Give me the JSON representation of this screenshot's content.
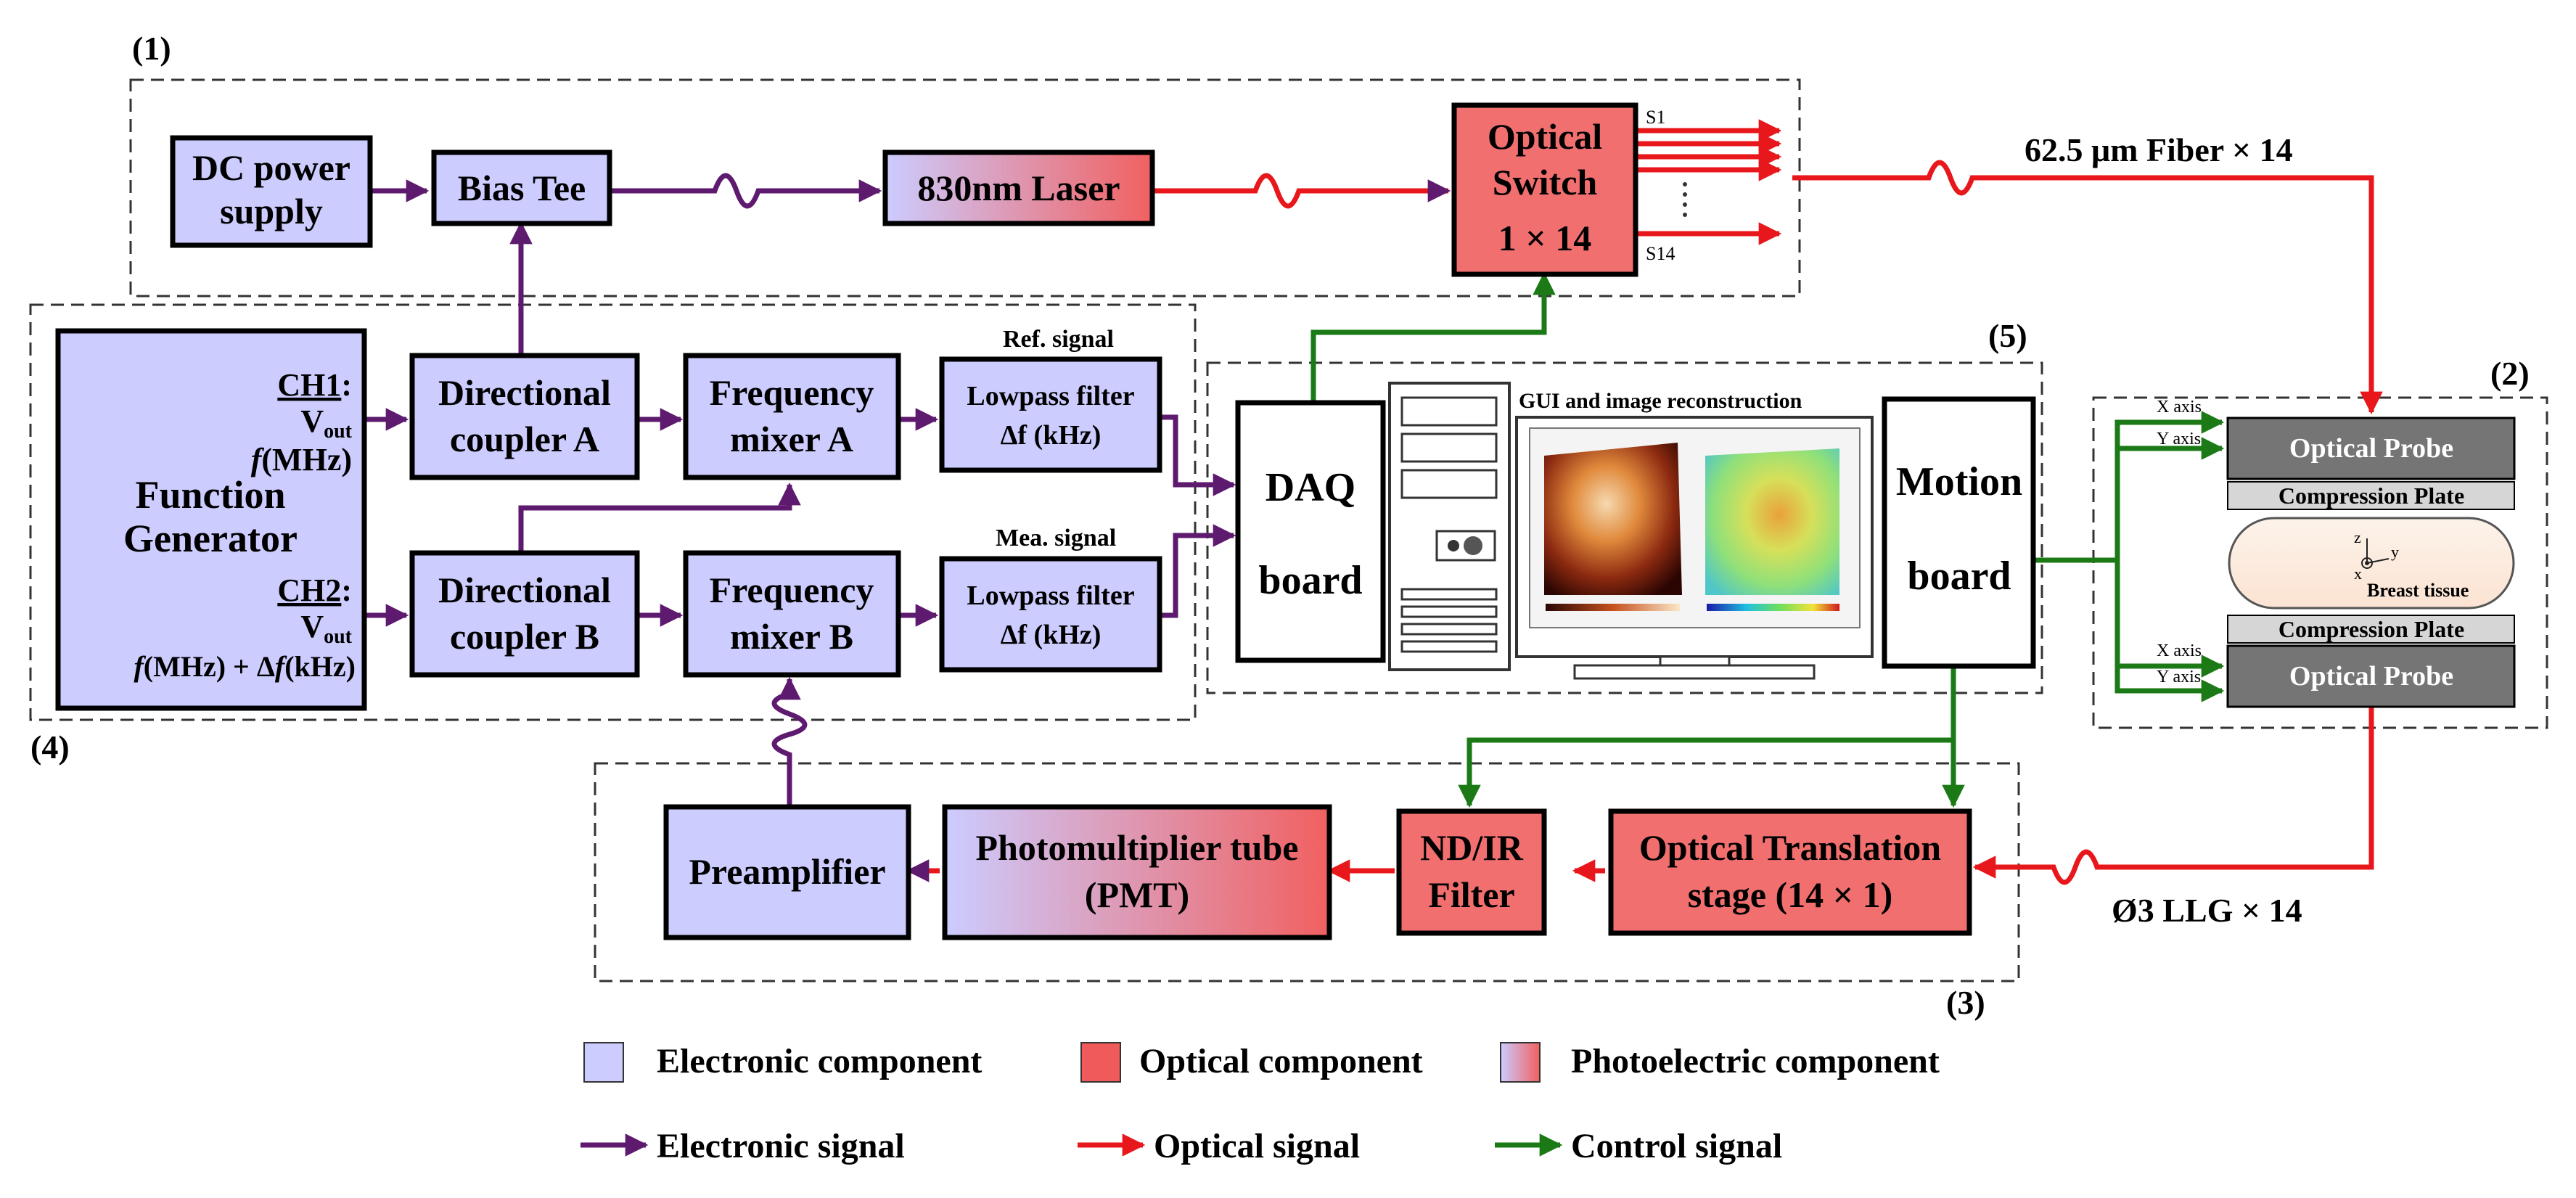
{
  "sections": {
    "s1": "(1)",
    "s2": "(2)",
    "s3": "(3)",
    "s4": "(4)",
    "s5": "(5)"
  },
  "blocks": {
    "dc_power": [
      "DC power",
      "supply"
    ],
    "bias_tee": "Bias Tee",
    "laser": "830nm Laser",
    "optical_switch": [
      "Optical",
      "Switch",
      "1 × 14"
    ],
    "function_generator": {
      "ch1": "CH1",
      "colon": ":",
      "vout": "V",
      "vout_sub": "out",
      "f1": "f",
      "f1_unit": "(MHz)",
      "title": [
        "Function",
        "Generator"
      ],
      "ch2": "CH2",
      "f2_a": "f",
      "f2_b": "(MHz) + Δ",
      "f2_c": "f",
      "f2_d": "(kHz)"
    },
    "coupler_a": [
      "Directional",
      "coupler A"
    ],
    "coupler_b": [
      "Directional",
      "coupler B"
    ],
    "mixer_a": [
      "Frequency",
      "mixer A"
    ],
    "mixer_b": [
      "Frequency",
      "mixer B"
    ],
    "lowpass_a": [
      "Lowpass filter",
      "Δf (kHz)"
    ],
    "lowpass_b": [
      "Lowpass filter",
      "Δf (kHz)"
    ],
    "daq": [
      "DAQ",
      "board"
    ],
    "motion": [
      "Motion",
      "board"
    ],
    "gui_caption": "GUI and image reconstruction",
    "optical_probe_top": "Optical Probe",
    "optical_probe_bottom": "Optical Probe",
    "compression_top": "Compression Plate",
    "compression_bottom": "Compression Plate",
    "breast_tissue": "Breast tissue",
    "preamp": "Preamplifier",
    "pmt": [
      "Photomultiplier tube",
      "(PMT)"
    ],
    "nd_filter": [
      "ND/IR",
      "Filter"
    ],
    "translation": [
      "Optical Translation",
      "stage (14 × 1)"
    ]
  },
  "labels": {
    "switch_s1": "S1",
    "switch_s14": "S14",
    "fiber": "62.5 μm Fiber × 14",
    "llg": "Ø3 LLG × 14",
    "ref_signal": "Ref. signal",
    "mea_signal": "Mea. signal",
    "x_axis": "X axis",
    "y_axis": "Y axis",
    "axis_z": "z",
    "axis_y": "y",
    "axis_x": "x"
  },
  "legend": {
    "electronic_component": "Electronic component",
    "optical_component": "Optical component",
    "photoelectric_component": "Photoelectric component",
    "electronic_signal": "Electronic signal",
    "optical_signal": "Optical signal",
    "control_signal": "Control signal"
  },
  "colors": {
    "electronic": "#ccccff",
    "optical": "#f16f6f",
    "electronic_signal": "#5e1a6e",
    "optical_signal": "#e8171b",
    "control_signal": "#1b7a16",
    "probe": "#757575",
    "plate": "#d6d6d6",
    "tissue": "#fdeee2"
  }
}
